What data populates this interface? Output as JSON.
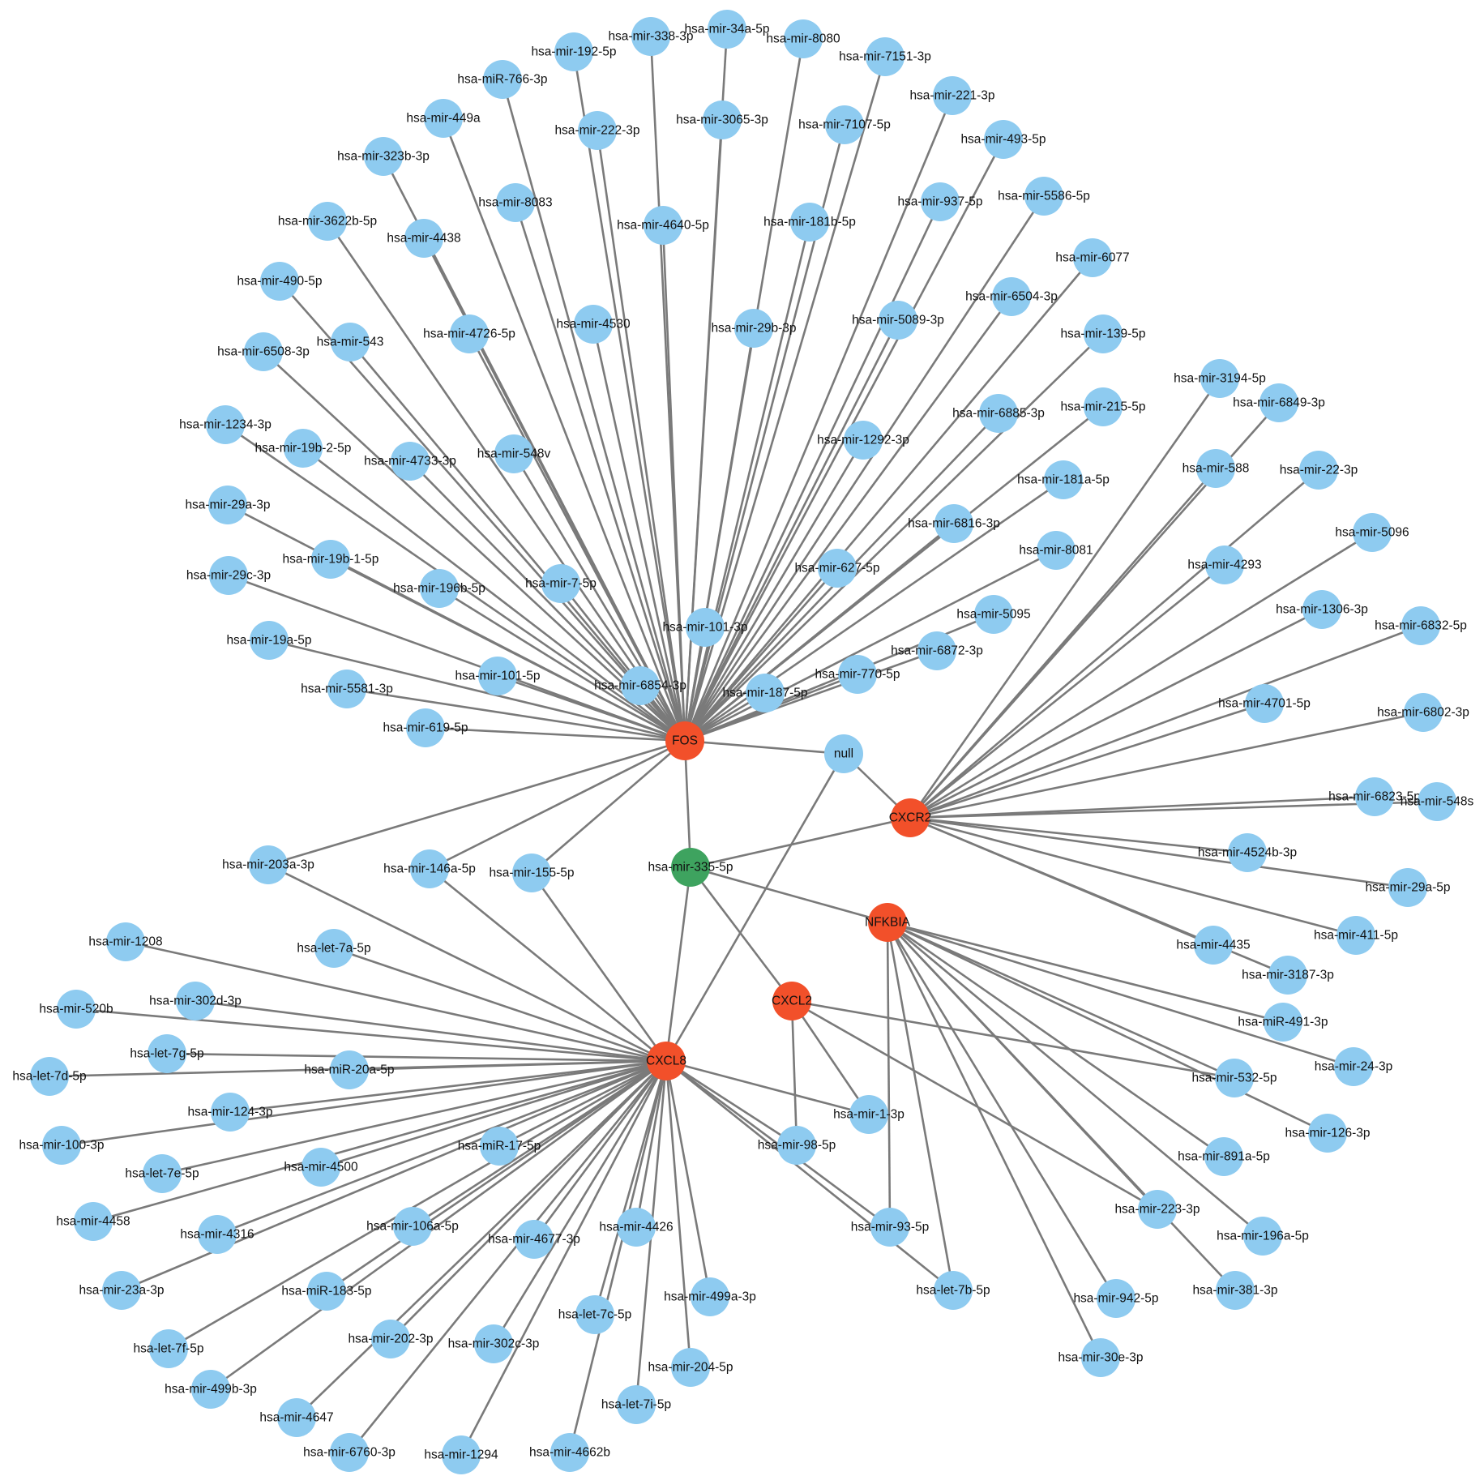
{
  "colors": {
    "mirna": "#8ecbf0",
    "gene": "#f2502a",
    "hub": "#3ea35f",
    "edge": "#7a7a7a",
    "label": "#111111"
  },
  "legend_groups": {
    "genes": [
      "FOS",
      "CXCR2",
      "NFKBIA",
      "CXCL2",
      "CXCL8"
    ],
    "hub": [
      "hsa-mir-335-5p"
    ]
  },
  "nodes": [
    {
      "id": "FOS",
      "label": "FOS",
      "type": "gene"
    },
    {
      "id": "CXCR2",
      "label": "CXCR2",
      "type": "gene"
    },
    {
      "id": "NFKBIA",
      "label": "NFKBIA",
      "type": "gene"
    },
    {
      "id": "CXCL2",
      "label": "CXCL2",
      "type": "gene"
    },
    {
      "id": "CXCL8",
      "label": "CXCL8",
      "type": "gene"
    },
    {
      "id": "mir335",
      "label": "hsa-mir-335-5p",
      "type": "hub"
    },
    {
      "id": "null",
      "label": "null",
      "type": "mirna"
    },
    {
      "id": "m192",
      "label": "hsa-mir-192-5p",
      "type": "mirna"
    },
    {
      "id": "m338",
      "label": "hsa-mir-338-3p",
      "type": "mirna"
    },
    {
      "id": "m34a",
      "label": "hsa-mir-34a-5p",
      "type": "mirna"
    },
    {
      "id": "m8080",
      "label": "hsa-mir-8080",
      "type": "mirna"
    },
    {
      "id": "m7151",
      "label": "hsa-mir-7151-3p",
      "type": "mirna"
    },
    {
      "id": "m766",
      "label": "hsa-miR-766-3p",
      "type": "mirna"
    },
    {
      "id": "m449a",
      "label": "hsa-mir-449a",
      "type": "mirna"
    },
    {
      "id": "m222",
      "label": "hsa-mir-222-3p",
      "type": "mirna"
    },
    {
      "id": "m3065",
      "label": "hsa-mir-3065-3p",
      "type": "mirna"
    },
    {
      "id": "m7107",
      "label": "hsa-mir-7107-5p",
      "type": "mirna"
    },
    {
      "id": "m221",
      "label": "hsa-mir-221-3p",
      "type": "mirna"
    },
    {
      "id": "m493",
      "label": "hsa-mir-493-5p",
      "type": "mirna"
    },
    {
      "id": "m323b",
      "label": "hsa-mir-323b-3p",
      "type": "mirna"
    },
    {
      "id": "m8083",
      "label": "hsa-mir-8083",
      "type": "mirna"
    },
    {
      "id": "m4640",
      "label": "hsa-mir-4640-5p",
      "type": "mirna"
    },
    {
      "id": "m181b",
      "label": "hsa-mir-181b-5p",
      "type": "mirna"
    },
    {
      "id": "m937",
      "label": "hsa-mir-937-5p",
      "type": "mirna"
    },
    {
      "id": "m5586",
      "label": "hsa-mir-5586-5p",
      "type": "mirna"
    },
    {
      "id": "m3622b",
      "label": "hsa-mir-3622b-5p",
      "type": "mirna"
    },
    {
      "id": "m4438",
      "label": "hsa-mir-4438",
      "type": "mirna"
    },
    {
      "id": "m6077",
      "label": "hsa-mir-6077",
      "type": "mirna"
    },
    {
      "id": "m490",
      "label": "hsa-mir-490-5p",
      "type": "mirna"
    },
    {
      "id": "m4530",
      "label": "hsa-mir-4530",
      "type": "mirna"
    },
    {
      "id": "m29b",
      "label": "hsa-mir-29b-3p",
      "type": "mirna"
    },
    {
      "id": "m5089",
      "label": "hsa-mir-5089-3p",
      "type": "mirna"
    },
    {
      "id": "m6504",
      "label": "hsa-mir-6504-3p",
      "type": "mirna"
    },
    {
      "id": "m543",
      "label": "hsa-mir-543",
      "type": "mirna"
    },
    {
      "id": "m4726",
      "label": "hsa-mir-4726-5p",
      "type": "mirna"
    },
    {
      "id": "m139",
      "label": "hsa-mir-139-5p",
      "type": "mirna"
    },
    {
      "id": "m6508",
      "label": "hsa-mir-6508-3p",
      "type": "mirna"
    },
    {
      "id": "m3194",
      "label": "hsa-mir-3194-5p",
      "type": "mirna"
    },
    {
      "id": "m6849",
      "label": "hsa-mir-6849-3p",
      "type": "mirna"
    },
    {
      "id": "m6885",
      "label": "hsa-mir-6885-3p",
      "type": "mirna"
    },
    {
      "id": "m215",
      "label": "hsa-mir-215-5p",
      "type": "mirna"
    },
    {
      "id": "m1234",
      "label": "hsa-mir-1234-3p",
      "type": "mirna"
    },
    {
      "id": "m1292",
      "label": "hsa-mir-1292-3p",
      "type": "mirna"
    },
    {
      "id": "m19b2",
      "label": "hsa-mir-19b-2-5p",
      "type": "mirna"
    },
    {
      "id": "m4733",
      "label": "hsa-mir-4733-3p",
      "type": "mirna"
    },
    {
      "id": "m548v",
      "label": "hsa-mir-548v",
      "type": "mirna"
    },
    {
      "id": "m588",
      "label": "hsa-mir-588",
      "type": "mirna"
    },
    {
      "id": "m22",
      "label": "hsa-mir-22-3p",
      "type": "mirna"
    },
    {
      "id": "m181a",
      "label": "hsa-mir-181a-5p",
      "type": "mirna"
    },
    {
      "id": "m29a3p",
      "label": "hsa-mir-29a-3p",
      "type": "mirna"
    },
    {
      "id": "m6816",
      "label": "hsa-mir-6816-3p",
      "type": "mirna"
    },
    {
      "id": "m5096",
      "label": "hsa-mir-5096",
      "type": "mirna"
    },
    {
      "id": "m19b1",
      "label": "hsa-mir-19b-1-5p",
      "type": "mirna"
    },
    {
      "id": "m8081",
      "label": "hsa-mir-8081",
      "type": "mirna"
    },
    {
      "id": "m4293",
      "label": "hsa-mir-4293",
      "type": "mirna"
    },
    {
      "id": "m29c",
      "label": "hsa-mir-29c-3p",
      "type": "mirna"
    },
    {
      "id": "m196b",
      "label": "hsa-mir-196b-5p",
      "type": "mirna"
    },
    {
      "id": "m7",
      "label": "hsa-mir-7-5p",
      "type": "mirna"
    },
    {
      "id": "m627",
      "label": "hsa-mir-627-5p",
      "type": "mirna"
    },
    {
      "id": "m1306",
      "label": "hsa-mir-1306-3p",
      "type": "mirna"
    },
    {
      "id": "m5095",
      "label": "hsa-mir-5095",
      "type": "mirna"
    },
    {
      "id": "m6832",
      "label": "hsa-mir-6832-5p",
      "type": "mirna"
    },
    {
      "id": "m101_3p",
      "label": "hsa-mir-101-3p",
      "type": "mirna"
    },
    {
      "id": "m19a",
      "label": "hsa-mir-19a-5p",
      "type": "mirna"
    },
    {
      "id": "m6872",
      "label": "hsa-mir-6872-3p",
      "type": "mirna"
    },
    {
      "id": "m101_5p",
      "label": "hsa-mir-101-5p",
      "type": "mirna"
    },
    {
      "id": "m770",
      "label": "hsa-mir-770-5p",
      "type": "mirna"
    },
    {
      "id": "m4701",
      "label": "hsa-mir-4701-5p",
      "type": "mirna"
    },
    {
      "id": "m6802",
      "label": "hsa-mir-6802-3p",
      "type": "mirna"
    },
    {
      "id": "m5581",
      "label": "hsa-mir-5581-3p",
      "type": "mirna"
    },
    {
      "id": "m6854",
      "label": "hsa-mir-6854-3p",
      "type": "mirna"
    },
    {
      "id": "m187",
      "label": "hsa-mir-187-5p",
      "type": "mirna"
    },
    {
      "id": "m619",
      "label": "hsa-mir-619-5p",
      "type": "mirna"
    },
    {
      "id": "m6823",
      "label": "hsa-mir-6823-5p",
      "type": "mirna"
    },
    {
      "id": "m548s",
      "label": "hsa-mir-548s",
      "type": "mirna"
    },
    {
      "id": "m4524b",
      "label": "hsa-mir-4524b-3p",
      "type": "mirna"
    },
    {
      "id": "m29a5p",
      "label": "hsa-mir-29a-5p",
      "type": "mirna"
    },
    {
      "id": "m203a",
      "label": "hsa-mir-203a-3p",
      "type": "mirna"
    },
    {
      "id": "m146a",
      "label": "hsa-mir-146a-5p",
      "type": "mirna"
    },
    {
      "id": "m155",
      "label": "hsa-mir-155-5p",
      "type": "mirna"
    },
    {
      "id": "m411",
      "label": "hsa-mir-411-5p",
      "type": "mirna"
    },
    {
      "id": "m4435",
      "label": "hsa-mir-4435",
      "type": "mirna"
    },
    {
      "id": "m3187",
      "label": "hsa-mir-3187-3p",
      "type": "mirna"
    },
    {
      "id": "m1208",
      "label": "hsa-mir-1208",
      "type": "mirna"
    },
    {
      "id": "let7a",
      "label": "hsa-let-7a-5p",
      "type": "mirna"
    },
    {
      "id": "m520b",
      "label": "hsa-mir-520b",
      "type": "mirna"
    },
    {
      "id": "m302d",
      "label": "hsa-mir-302d-3p",
      "type": "mirna"
    },
    {
      "id": "m491",
      "label": "hsa-miR-491-3p",
      "type": "mirna"
    },
    {
      "id": "m24",
      "label": "hsa-mir-24-3p",
      "type": "mirna"
    },
    {
      "id": "let7g",
      "label": "hsa-let-7g-5p",
      "type": "mirna"
    },
    {
      "id": "let7d",
      "label": "hsa-let-7d-5p",
      "type": "mirna"
    },
    {
      "id": "m20a",
      "label": "hsa-miR-20a-5p",
      "type": "mirna"
    },
    {
      "id": "m532",
      "label": "hsa-mir-532-5p",
      "type": "mirna"
    },
    {
      "id": "m124",
      "label": "hsa-mir-124-3p",
      "type": "mirna"
    },
    {
      "id": "m1",
      "label": "hsa-mir-1-3p",
      "type": "mirna"
    },
    {
      "id": "m126",
      "label": "hsa-mir-126-3p",
      "type": "mirna"
    },
    {
      "id": "m100",
      "label": "hsa-mir-100-3p",
      "type": "mirna"
    },
    {
      "id": "m17",
      "label": "hsa-miR-17-5p",
      "type": "mirna"
    },
    {
      "id": "m98",
      "label": "hsa-mir-98-5p",
      "type": "mirna"
    },
    {
      "id": "m891a",
      "label": "hsa-mir-891a-5p",
      "type": "mirna"
    },
    {
      "id": "let7e",
      "label": "hsa-let-7e-5p",
      "type": "mirna"
    },
    {
      "id": "m4500",
      "label": "hsa-mir-4500",
      "type": "mirna"
    },
    {
      "id": "m4458",
      "label": "hsa-mir-4458",
      "type": "mirna"
    },
    {
      "id": "m223",
      "label": "hsa-mir-223-3p",
      "type": "mirna"
    },
    {
      "id": "m196a",
      "label": "hsa-mir-196a-5p",
      "type": "mirna"
    },
    {
      "id": "m4316",
      "label": "hsa-mir-4316",
      "type": "mirna"
    },
    {
      "id": "m106a",
      "label": "hsa-mir-106a-5p",
      "type": "mirna"
    },
    {
      "id": "m4677",
      "label": "hsa-mir-4677-3p",
      "type": "mirna"
    },
    {
      "id": "m4426",
      "label": "hsa-mir-4426",
      "type": "mirna"
    },
    {
      "id": "m93",
      "label": "hsa-mir-93-5p",
      "type": "mirna"
    },
    {
      "id": "m23a",
      "label": "hsa-mir-23a-3p",
      "type": "mirna"
    },
    {
      "id": "m183",
      "label": "hsa-miR-183-5p",
      "type": "mirna"
    },
    {
      "id": "m499a",
      "label": "hsa-mir-499a-3p",
      "type": "mirna"
    },
    {
      "id": "let7b",
      "label": "hsa-let-7b-5p",
      "type": "mirna"
    },
    {
      "id": "m942",
      "label": "hsa-mir-942-5p",
      "type": "mirna"
    },
    {
      "id": "m381",
      "label": "hsa-mir-381-3p",
      "type": "mirna"
    },
    {
      "id": "let7c",
      "label": "hsa-let-7c-5p",
      "type": "mirna"
    },
    {
      "id": "let7f",
      "label": "hsa-let-7f-5p",
      "type": "mirna"
    },
    {
      "id": "m202",
      "label": "hsa-mir-202-3p",
      "type": "mirna"
    },
    {
      "id": "m302c",
      "label": "hsa-mir-302c-3p",
      "type": "mirna"
    },
    {
      "id": "m30e",
      "label": "hsa-mir-30e-3p",
      "type": "mirna"
    },
    {
      "id": "m499b",
      "label": "hsa-mir-499b-3p",
      "type": "mirna"
    },
    {
      "id": "m204",
      "label": "hsa-mir-204-5p",
      "type": "mirna"
    },
    {
      "id": "let7i",
      "label": "hsa-let-7i-5p",
      "type": "mirna"
    },
    {
      "id": "m4647",
      "label": "hsa-mir-4647",
      "type": "mirna"
    },
    {
      "id": "m6760",
      "label": "hsa-mir-6760-3p",
      "type": "mirna"
    },
    {
      "id": "m1294",
      "label": "hsa-mir-1294",
      "type": "mirna"
    },
    {
      "id": "m4662b",
      "label": "hsa-mir-4662b",
      "type": "mirna"
    }
  ],
  "edges": [
    [
      "FOS",
      "m192"
    ],
    [
      "FOS",
      "m338"
    ],
    [
      "FOS",
      "m34a"
    ],
    [
      "FOS",
      "m8080"
    ],
    [
      "FOS",
      "m7151"
    ],
    [
      "FOS",
      "m766"
    ],
    [
      "FOS",
      "m449a"
    ],
    [
      "FOS",
      "m222"
    ],
    [
      "FOS",
      "m3065"
    ],
    [
      "FOS",
      "m7107"
    ],
    [
      "FOS",
      "m221"
    ],
    [
      "FOS",
      "m493"
    ],
    [
      "FOS",
      "m323b"
    ],
    [
      "FOS",
      "m8083"
    ],
    [
      "FOS",
      "m4640"
    ],
    [
      "FOS",
      "m181b"
    ],
    [
      "FOS",
      "m937"
    ],
    [
      "FOS",
      "m5586"
    ],
    [
      "FOS",
      "m3622b"
    ],
    [
      "FOS",
      "m4438"
    ],
    [
      "FOS",
      "m6077"
    ],
    [
      "FOS",
      "m490"
    ],
    [
      "FOS",
      "m4530"
    ],
    [
      "FOS",
      "m29b"
    ],
    [
      "FOS",
      "m5089"
    ],
    [
      "FOS",
      "m6504"
    ],
    [
      "FOS",
      "m543"
    ],
    [
      "FOS",
      "m4726"
    ],
    [
      "FOS",
      "m139"
    ],
    [
      "FOS",
      "m6508"
    ],
    [
      "FOS",
      "m6885"
    ],
    [
      "FOS",
      "m215"
    ],
    [
      "FOS",
      "m1234"
    ],
    [
      "FOS",
      "m1292"
    ],
    [
      "FOS",
      "m19b2"
    ],
    [
      "FOS",
      "m4733"
    ],
    [
      "FOS",
      "m548v"
    ],
    [
      "FOS",
      "m181a"
    ],
    [
      "FOS",
      "m29a3p"
    ],
    [
      "FOS",
      "m6816"
    ],
    [
      "FOS",
      "m19b1"
    ],
    [
      "FOS",
      "m8081"
    ],
    [
      "FOS",
      "m29c"
    ],
    [
      "FOS",
      "m196b"
    ],
    [
      "FOS",
      "m7"
    ],
    [
      "FOS",
      "m627"
    ],
    [
      "FOS",
      "m5095"
    ],
    [
      "FOS",
      "m101_3p"
    ],
    [
      "FOS",
      "m19a"
    ],
    [
      "FOS",
      "m6872"
    ],
    [
      "FOS",
      "m101_5p"
    ],
    [
      "FOS",
      "m770"
    ],
    [
      "FOS",
      "m5581"
    ],
    [
      "FOS",
      "m6854"
    ],
    [
      "FOS",
      "m187"
    ],
    [
      "FOS",
      "m619"
    ],
    [
      "FOS",
      "null"
    ],
    [
      "FOS",
      "mir335"
    ],
    [
      "FOS",
      "m203a"
    ],
    [
      "FOS",
      "m146a"
    ],
    [
      "FOS",
      "m155"
    ],
    [
      "CXCR2",
      "null"
    ],
    [
      "CXCR2",
      "mir335"
    ],
    [
      "CXCR2",
      "m3194"
    ],
    [
      "CXCR2",
      "m6849"
    ],
    [
      "CXCR2",
      "m588"
    ],
    [
      "CXCR2",
      "m22"
    ],
    [
      "CXCR2",
      "m5096"
    ],
    [
      "CXCR2",
      "m4293"
    ],
    [
      "CXCR2",
      "m1306"
    ],
    [
      "CXCR2",
      "m6832"
    ],
    [
      "CXCR2",
      "m4701"
    ],
    [
      "CXCR2",
      "m6802"
    ],
    [
      "CXCR2",
      "m6823"
    ],
    [
      "CXCR2",
      "m548s"
    ],
    [
      "CXCR2",
      "m4524b"
    ],
    [
      "CXCR2",
      "m29a5p"
    ],
    [
      "CXCR2",
      "m411"
    ],
    [
      "CXCR2",
      "m4435"
    ],
    [
      "CXCR2",
      "m3187"
    ],
    [
      "NFKBIA",
      "mir335"
    ],
    [
      "NFKBIA",
      "m491"
    ],
    [
      "NFKBIA",
      "m24"
    ],
    [
      "NFKBIA",
      "m532"
    ],
    [
      "NFKBIA",
      "m126"
    ],
    [
      "NFKBIA",
      "m891a"
    ],
    [
      "NFKBIA",
      "m196a"
    ],
    [
      "NFKBIA",
      "m223"
    ],
    [
      "NFKBIA",
      "m381"
    ],
    [
      "NFKBIA",
      "m942"
    ],
    [
      "NFKBIA",
      "m30e"
    ],
    [
      "NFKBIA",
      "m93"
    ],
    [
      "NFKBIA",
      "let7b"
    ],
    [
      "CXCL2",
      "mir335"
    ],
    [
      "CXCL2",
      "m1"
    ],
    [
      "CXCL2",
      "m98"
    ],
    [
      "CXCL2",
      "m532"
    ],
    [
      "CXCL2",
      "m223"
    ],
    [
      "CXCL8",
      "mir335"
    ],
    [
      "CXCL8",
      "null"
    ],
    [
      "CXCL8",
      "m203a"
    ],
    [
      "CXCL8",
      "m146a"
    ],
    [
      "CXCL8",
      "m155"
    ],
    [
      "CXCL8",
      "m1208"
    ],
    [
      "CXCL8",
      "let7a"
    ],
    [
      "CXCL8",
      "m520b"
    ],
    [
      "CXCL8",
      "m302d"
    ],
    [
      "CXCL8",
      "let7g"
    ],
    [
      "CXCL8",
      "let7d"
    ],
    [
      "CXCL8",
      "m20a"
    ],
    [
      "CXCL8",
      "m124"
    ],
    [
      "CXCL8",
      "m100"
    ],
    [
      "CXCL8",
      "m17"
    ],
    [
      "CXCL8",
      "let7e"
    ],
    [
      "CXCL8",
      "m4500"
    ],
    [
      "CXCL8",
      "m4458"
    ],
    [
      "CXCL8",
      "m4316"
    ],
    [
      "CXCL8",
      "m106a"
    ],
    [
      "CXCL8",
      "m4677"
    ],
    [
      "CXCL8",
      "m4426"
    ],
    [
      "CXCL8",
      "m23a"
    ],
    [
      "CXCL8",
      "m183"
    ],
    [
      "CXCL8",
      "m499a"
    ],
    [
      "CXCL8",
      "let7c"
    ],
    [
      "CXCL8",
      "let7f"
    ],
    [
      "CXCL8",
      "m202"
    ],
    [
      "CXCL8",
      "m302c"
    ],
    [
      "CXCL8",
      "m499b"
    ],
    [
      "CXCL8",
      "m204"
    ],
    [
      "CXCL8",
      "let7i"
    ],
    [
      "CXCL8",
      "m4647"
    ],
    [
      "CXCL8",
      "m6760"
    ],
    [
      "CXCL8",
      "m1294"
    ],
    [
      "CXCL8",
      "m4662b"
    ],
    [
      "CXCL8",
      "m1"
    ],
    [
      "CXCL8",
      "m98"
    ],
    [
      "CXCL8",
      "m93"
    ],
    [
      "CXCL8",
      "let7b"
    ]
  ]
}
